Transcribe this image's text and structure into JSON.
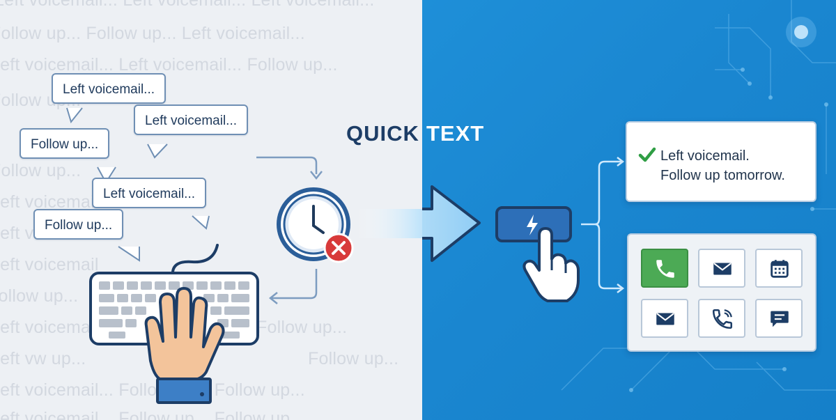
{
  "background_text": {
    "lines": [
      "Left voicemail... Left voicemail... Left voicemail...",
      "Follow up...  Follow up...  Left voicemail...",
      "Left voicemail... Left voicemail... Follow up...",
      "Follow up...",
      "Follow up...",
      "Left voicemail",
      "Left voicemail",
      "Left voicemail",
      "Follow up...",
      "Left voicemail",
      "Follow up...",
      "Left vw up...",
      "Follow up...",
      "Left voicemail... Follow up... Follow up...",
      "Left voicemail... Follow up... Follow up..."
    ]
  },
  "bubbles": [
    {
      "text": "Left voicemail..."
    },
    {
      "text": "Left voicemail..."
    },
    {
      "text": "Follow up..."
    },
    {
      "text": "Left voicemail..."
    },
    {
      "text": "Follow up..."
    }
  ],
  "quick_text": {
    "part1": "QUICK",
    "part2": "TEXT"
  },
  "result": {
    "line1": "Left voicemail.",
    "line2": "Follow up tomorrow."
  },
  "icon_grid": [
    {
      "icon": "phone-icon",
      "highlight": true
    },
    {
      "icon": "email-icon",
      "highlight": false
    },
    {
      "icon": "calendar-icon",
      "highlight": false
    },
    {
      "icon": "email-icon",
      "highlight": false
    },
    {
      "icon": "phone-call-icon",
      "highlight": false
    },
    {
      "icon": "chat-icon",
      "highlight": false
    }
  ],
  "colors": {
    "left_bg": "#edf0f4",
    "right_bg": "#1a86d0",
    "navy": "#1d3d66",
    "accent_green": "#4caa55",
    "error_red": "#d83a3a"
  }
}
